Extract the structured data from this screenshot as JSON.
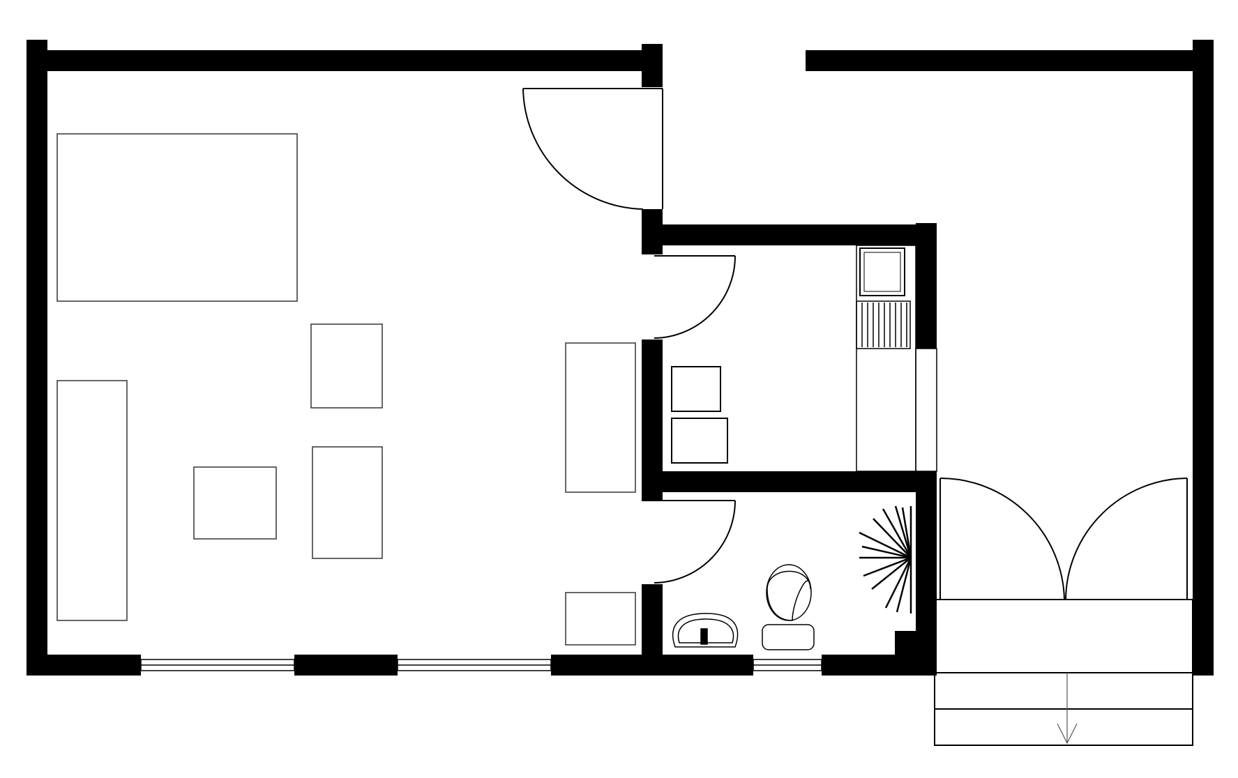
{
  "drawing": {
    "wall_color": "#000000",
    "line_color": "#000000",
    "furniture_line_color": "#333333",
    "background": "#ffffff"
  },
  "elements": {
    "walls": [
      "outer-wall-top-left",
      "outer-wall-top-right",
      "outer-wall-left",
      "outer-wall-right",
      "outer-wall-bottom",
      "kitchen-walls",
      "bathroom-walls"
    ],
    "doors": [
      "entry-door",
      "kitchen-door",
      "bathroom-door",
      "double-door-left",
      "double-door-right"
    ],
    "furniture": [
      "bed",
      "wardrobe",
      "armchair-upper",
      "armchair-lower",
      "coffee-table",
      "sofa",
      "side-table",
      "kitchen-counter",
      "sink",
      "stove",
      "kitchen-table",
      "kitchen-chair",
      "toilet",
      "washbasin",
      "shower"
    ],
    "stairs": [
      "porch",
      "stair-step-1",
      "stair-step-2",
      "stair-direction-arrow"
    ]
  }
}
